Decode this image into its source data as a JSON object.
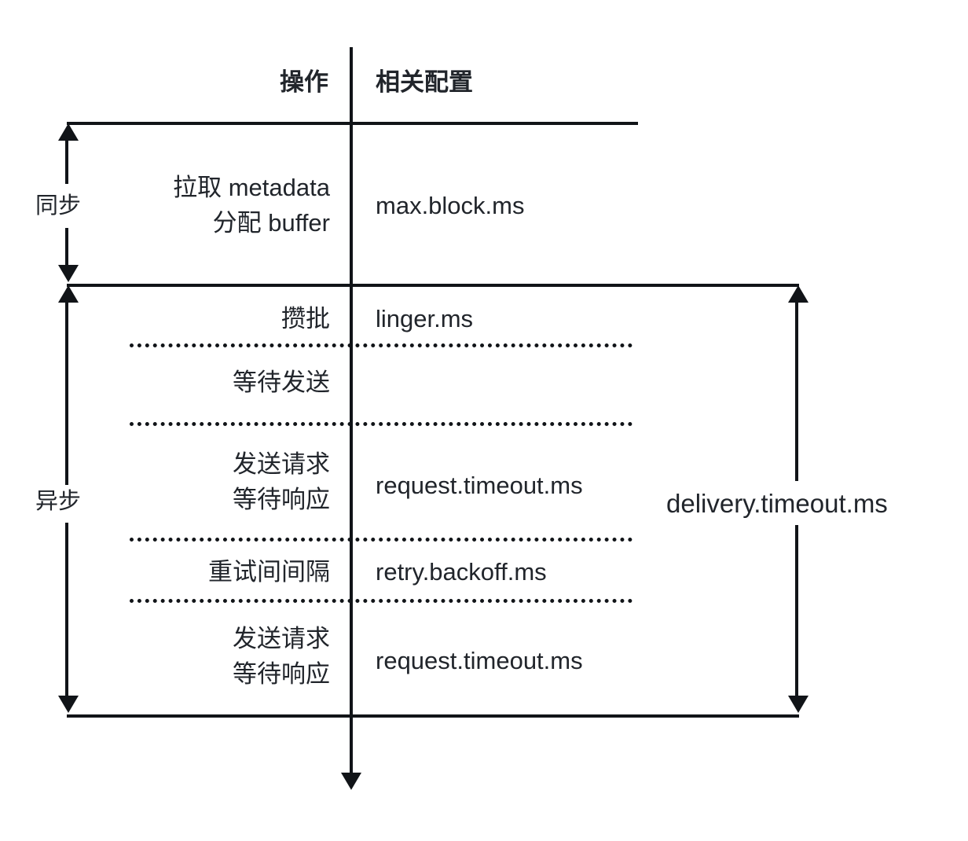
{
  "diagram": {
    "title_columns": {
      "operation_header": "操作",
      "config_header": "相关配置"
    },
    "phases": [
      {
        "name": "同步",
        "label": "同步"
      },
      {
        "name": "异步",
        "label": "异步"
      }
    ],
    "sync_rows": [
      {
        "operation": "拉取 metadata\n分配 buffer",
        "config": "max.block.ms"
      }
    ],
    "async_rows": [
      {
        "operation": "攒批",
        "config": "linger.ms"
      },
      {
        "operation": "等待发送",
        "config": ""
      },
      {
        "operation": "发送请求\n等待响应",
        "config": "request.timeout.ms"
      },
      {
        "operation": "重试间间隔",
        "config": "retry.backoff.ms"
      },
      {
        "operation": "发送请求\n等待响应",
        "config": "request.timeout.ms"
      }
    ],
    "overall_span_label": "delivery.timeout.ms",
    "colors": {
      "line": "#111418",
      "text": "#21252b",
      "background": "#ffffff"
    }
  }
}
